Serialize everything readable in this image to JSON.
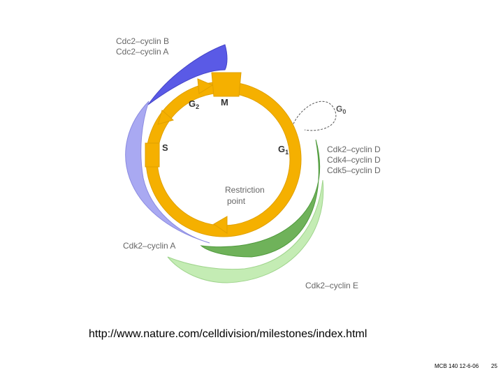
{
  "labels": {
    "cdc2_cyclin_b": "Cdc2–cyclin B",
    "cdc2_cyclin_a": "Cdc2–cyclin A",
    "phase_g2": "G",
    "phase_g2_sub": "2",
    "phase_m": "M",
    "phase_g0": "G",
    "phase_g0_sub": "0",
    "phase_s": "S",
    "phase_g1": "G",
    "phase_g1_sub": "1",
    "cdk2_cyclin_d": "Cdk2–cyclin D",
    "cdk4_cyclin_d": "Cdk4–cyclin D",
    "cdk5_cyclin_d": "Cdk5–cyclin D",
    "restriction_line1": "Restriction",
    "restriction_line2": "point",
    "cdk2_cyclin_a": "Cdk2–cyclin A",
    "cdk2_cyclin_e": "Cdk2–cyclin E"
  },
  "source_url": "http://www.nature.com/celldivision/milestones/index.html",
  "footer": {
    "code": "MCB 140 12-6-06",
    "slide_number": "25"
  },
  "colors": {
    "cycle_orange": "#f5b000",
    "cdc2_blue": "#5a5ae6",
    "cdk2a_lavender": "#a9a9f2",
    "cdk_d_green": "#6fb25a",
    "cdk2e_lightgreen": "#c4ecb4"
  }
}
